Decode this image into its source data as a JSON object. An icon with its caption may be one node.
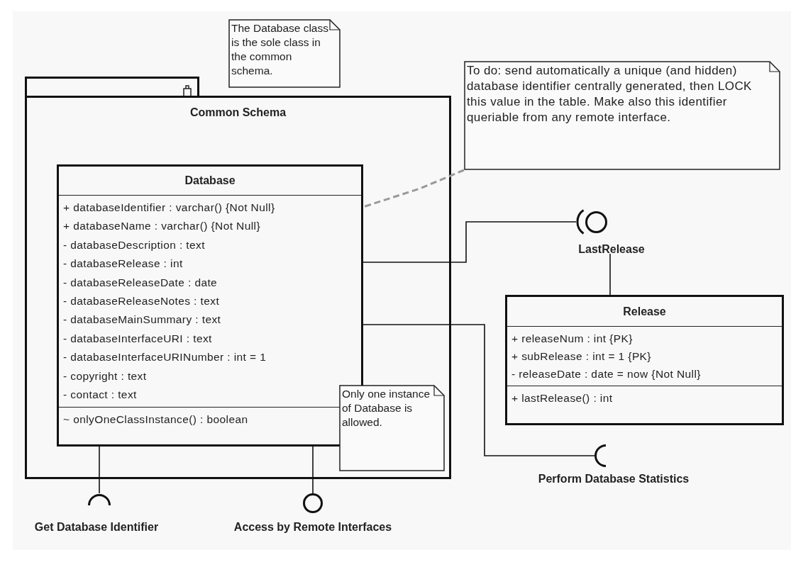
{
  "diagram": {
    "nodes": [
      {
        "text": [
          "Common Schema"
        ]
      },
      {
        "in": 0,
        "text": [
          "Database",
          "+ databaseIdentifier : varchar() {Not Null}",
          "+ databaseName : varchar() {Not Null}",
          "- databaseDescription : text",
          "- databaseRelease : int",
          "- databaseReleaseDate : date",
          "- databaseReleaseNotes : text",
          "- databaseMainSummary : text",
          "- databaseInterfaceURI : text",
          "- databaseInterfaceURINumber : int = 1",
          "- copyright : text",
          "- contact : text",
          "~ onlyOneClassInstance() : boolean"
        ]
      },
      {
        "text": [
          "The Database class is the sole class in the common schema."
        ]
      },
      {
        "text": [
          "To do: send automatically a unique (and hidden) database identifier centrally generated, then LOCK this value in the table. Make also this identifier queriable from any remote interface."
        ]
      },
      {
        "in": 0,
        "text": [
          "Only one instance of Database is allowed."
        ]
      },
      {
        "text": [
          "LastRelease"
        ]
      },
      {
        "text": [
          "Release",
          "+ releaseNum : int {PK}",
          "+ subRelease : int = 1 {PK}",
          "- releaseDate : date = now {Not Null}",
          "+ lastRelease() : int"
        ]
      },
      {
        "text": [],
        "shape": "socket",
        "beside": [
          "Get Database Identifier"
        ]
      },
      {
        "text": [],
        "shape": "circle",
        "beside": [
          "Access by Remote Interfaces"
        ]
      },
      {
        "text": [],
        "shape": "socket",
        "beside": [
          "Perform Database Statistics"
        ]
      }
    ],
    "edges": [
      {
        "from": 1,
        "to": 5,
        "arrow": "other"
      },
      {
        "from": 6,
        "to": 5,
        "arrow": "none"
      },
      {
        "from": 1,
        "to": 7,
        "arrow": "none"
      },
      {
        "from": 1,
        "to": 8,
        "arrow": "none"
      },
      {
        "from": 1,
        "to": 9,
        "arrow": "none"
      },
      {
        "from": 3,
        "to": 1,
        "arrow": "none",
        "style": "dashed",
        "color": "#999999"
      }
    ]
  }
}
